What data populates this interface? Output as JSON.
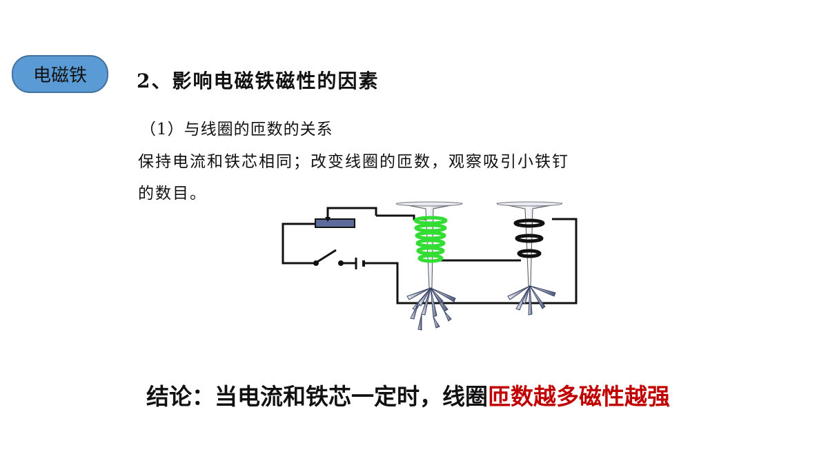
{
  "badge": {
    "label": "电磁铁"
  },
  "heading": {
    "title": "2、影响电磁铁磁性的因素"
  },
  "section": {
    "subtitle": "（1）与线圈的匝数的关系",
    "line1": "保持电流和铁芯相同；改变线圈的匝数，观察吸引小铁钉",
    "line2": "的数目。"
  },
  "conclusion": {
    "prefix": "结论：当电流和铁芯一定时，线圈",
    "highlight": "匝数越多磁性越强"
  },
  "colors": {
    "badge_fill": "#5b9bd5",
    "coil_left": "#33dd33",
    "coil_right": "#111111",
    "highlight": "#c00000"
  }
}
